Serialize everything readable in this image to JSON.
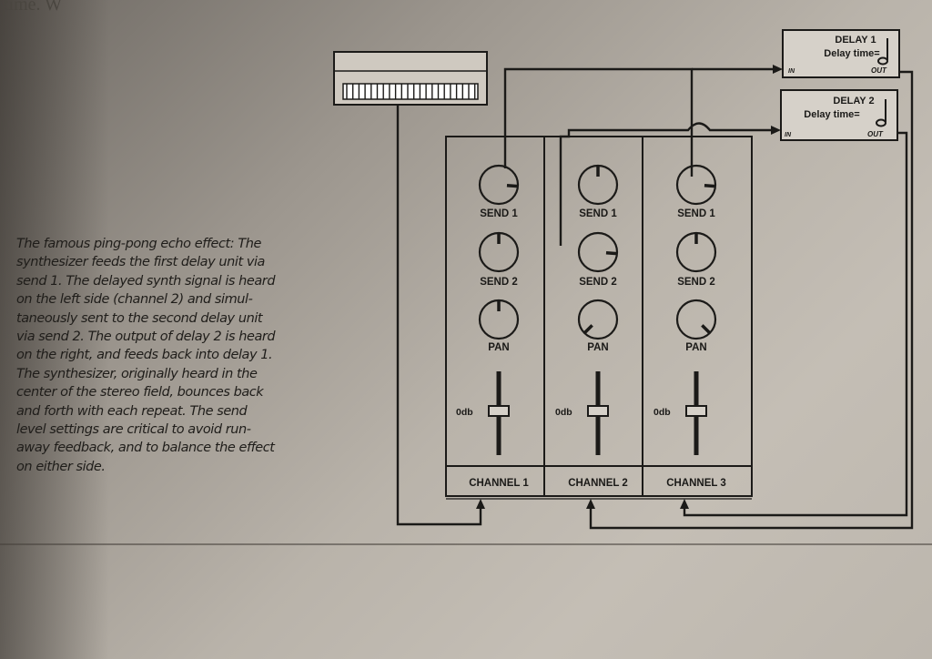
{
  "page_top_text": "time. W",
  "caption_lines": [
    "The famous ping-pong echo effect: The",
    "synthesizer feeds the first delay unit via",
    "send 1. The delayed synth signal is heard",
    "on the left side (channel 2) and simul-",
    "taneously sent to the second delay unit",
    "via send 2. The output of delay 2 is heard",
    "on the right, and feeds back into delay 1.",
    "The synthesizer, originally heard in the",
    "center of the stereo field, bounces back",
    "and forth with each repeat. The send",
    "level settings are critical to avoid run-",
    "away feedback, and to balance the effect",
    "on either side."
  ],
  "delay_units": [
    {
      "title": "DELAY 1",
      "param": "Delay time=",
      "in_label": "IN",
      "out_label": "OUT"
    },
    {
      "title": "DELAY 2",
      "param": "Delay time=",
      "in_label": "IN",
      "out_label": "OUT"
    }
  ],
  "channels": [
    {
      "name": "CHANNEL 1",
      "send1_label": "SEND 1",
      "send2_label": "SEND 2",
      "pan_label": "PAN",
      "fader_label": "0db",
      "send1_level": 0.85,
      "send2_level": 0.0,
      "pan_position": "center"
    },
    {
      "name": "CHANNEL 2",
      "send1_label": "SEND 1",
      "send2_label": "SEND 2",
      "pan_label": "PAN",
      "fader_label": "0db",
      "send1_level": 0.0,
      "send2_level": 0.85,
      "pan_position": "left"
    },
    {
      "name": "CHANNEL 3",
      "send1_label": "SEND 1",
      "send2_label": "SEND 2",
      "pan_label": "PAN",
      "fader_label": "0db",
      "send1_level": 0.85,
      "send2_level": 0.0,
      "pan_position": "right"
    }
  ],
  "colors": {
    "ink": "#1b1a18",
    "paper": "#c4beb5"
  }
}
